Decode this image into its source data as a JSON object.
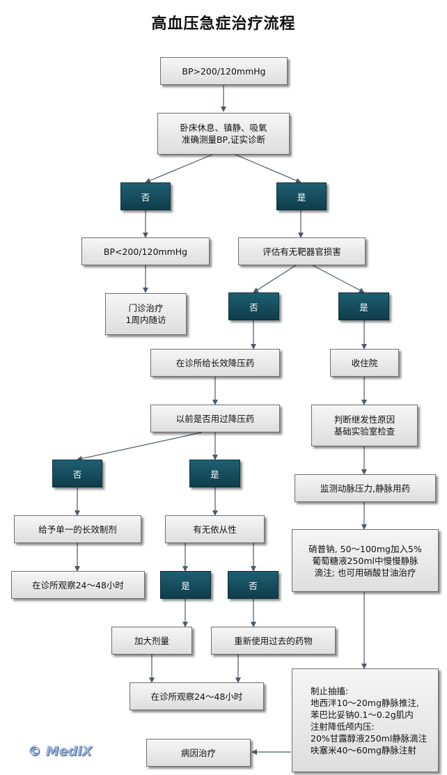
{
  "title": "高血压急症治疗流程",
  "logo_text": "© MediX",
  "nodes": {
    "start": "BP>200/120mmHg",
    "bedrest": "卧床休息、镇静、吸氧\n准确测量BP,证实诊断",
    "no1": "否",
    "yes1": "是",
    "bp_low": "BP<200/120mmHg",
    "outpatient": "门诊治疗\n1周内随访",
    "assess": "评估有无靶器官损害",
    "no2": "否",
    "yes2": "是",
    "clinic_long": "在诊所给长效降压药",
    "admit": "收住院",
    "used_before": "以前是否用过降压药",
    "secondary": "判断继发性原因\n基础实验室检查",
    "no3": "否",
    "yes3": "是",
    "monitor": "监测动脉压力,静脉用药",
    "single_long": "给予单一的长效制剂",
    "compliance": "有无依从性",
    "nitroprusside": "硝普钠, 50～100mg加入5%\n葡萄糖液250ml中慢慢静脉\n滴注; 也可用硝酸甘油治疗",
    "observe1": "在诊所观察24～48小时",
    "yes4": "是",
    "no4": "否",
    "increase": "加大剂量",
    "reuse": "重新使用过去的药物",
    "observe2": "在诊所观察24～48小时",
    "convulsion": "制止抽搐:\n地西泮10～20mg静脉推注,\n苯巴比妥钠0.1～0.2g肌内\n注射降低颅内压:\n20%甘露醇液250ml静脉滴注\n呋塞米40～60mg静脉注射",
    "etiology": "病因治疗"
  },
  "colors": {
    "box_fill_top": "#f6f6f6",
    "box_fill_bottom": "#dedede",
    "decision_fill": "#1e5f72",
    "decision_text": "#ffffff",
    "arrow": "#4a5a6a",
    "logo": "#9db3d6"
  }
}
